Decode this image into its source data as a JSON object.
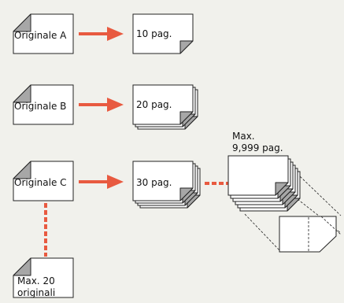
{
  "rows": [
    {
      "original_label": "Originale A",
      "output_label": "10 pag."
    },
    {
      "original_label": "Originale B",
      "output_label": "20 pag."
    },
    {
      "original_label": "Originale C",
      "output_label": "30 pag."
    }
  ],
  "max_pages_line1": "Max.",
  "max_pages_line2": "9,999 pag.",
  "max_originals_line1": "Max. 20",
  "max_originals_line2": "originali",
  "colors": {
    "background": "#f1f1ec",
    "arrow": "#e85a40",
    "page_fill": "#ffffff",
    "page_stroke": "#222222",
    "fold": "#a7a7a7"
  }
}
